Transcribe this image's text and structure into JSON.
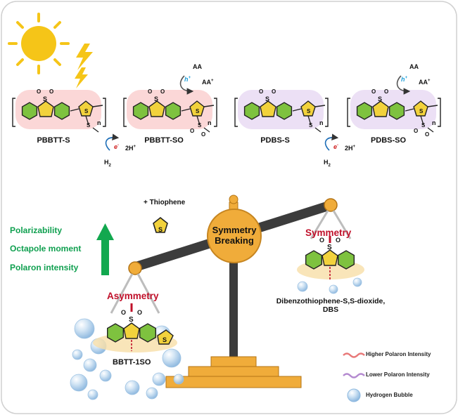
{
  "polymers": [
    {
      "name": "PBBTT-S"
    },
    {
      "name": "PBBTT-SO"
    },
    {
      "name": "PDBS-S"
    },
    {
      "name": "PDBS-SO"
    }
  ],
  "reagents": {
    "aa": "AA",
    "aa_plus": "AA",
    "aa_plus_sup": "+",
    "hole": "h",
    "hole_sup": "+",
    "electron": "e",
    "electron_sup": "-",
    "proton": "2H",
    "proton_sup": "+",
    "hydrogen": "H",
    "hydrogen_sub": "2",
    "subscript_n": "n"
  },
  "atoms": {
    "s": "S",
    "o": "O"
  },
  "thiophene_label": "+ Thiophene",
  "properties": [
    "Polarizability",
    "Octapole moment",
    "Polaron intensity"
  ],
  "scale": {
    "center_line1": "Symmetry",
    "center_line2": "Breaking",
    "left_label": "Asymmetry",
    "right_label": "Symmetry"
  },
  "molecules": {
    "left_name": "BBTT-1SO",
    "right_name_line1": "Dibenzothiophene-S,S-dioxide,",
    "right_name_line2": "DBS"
  },
  "legend": [
    {
      "label": "Higher Polaron Intensity",
      "color": "#e87878"
    },
    {
      "label": "Lower Polaron Intensity",
      "color": "#b48ad0"
    },
    {
      "label": "Hydrogen Bubble",
      "color": "#a9cdea"
    }
  ],
  "colors": {
    "sun": "#f5c518",
    "bolt": "#f5c518",
    "beam": "#3c3c3c",
    "brass": "#f0ac3a",
    "arrow_green": "#12a84f",
    "red_label": "#c0102a",
    "hole_blue": "#1f9fd8",
    "electron_red": "#d02020",
    "benzene_green": "#7ec23f",
    "thiophene_yellow": "#f2d23c",
    "higher_glow": "#f7b6b6",
    "lower_glow": "#dcc6ec"
  }
}
